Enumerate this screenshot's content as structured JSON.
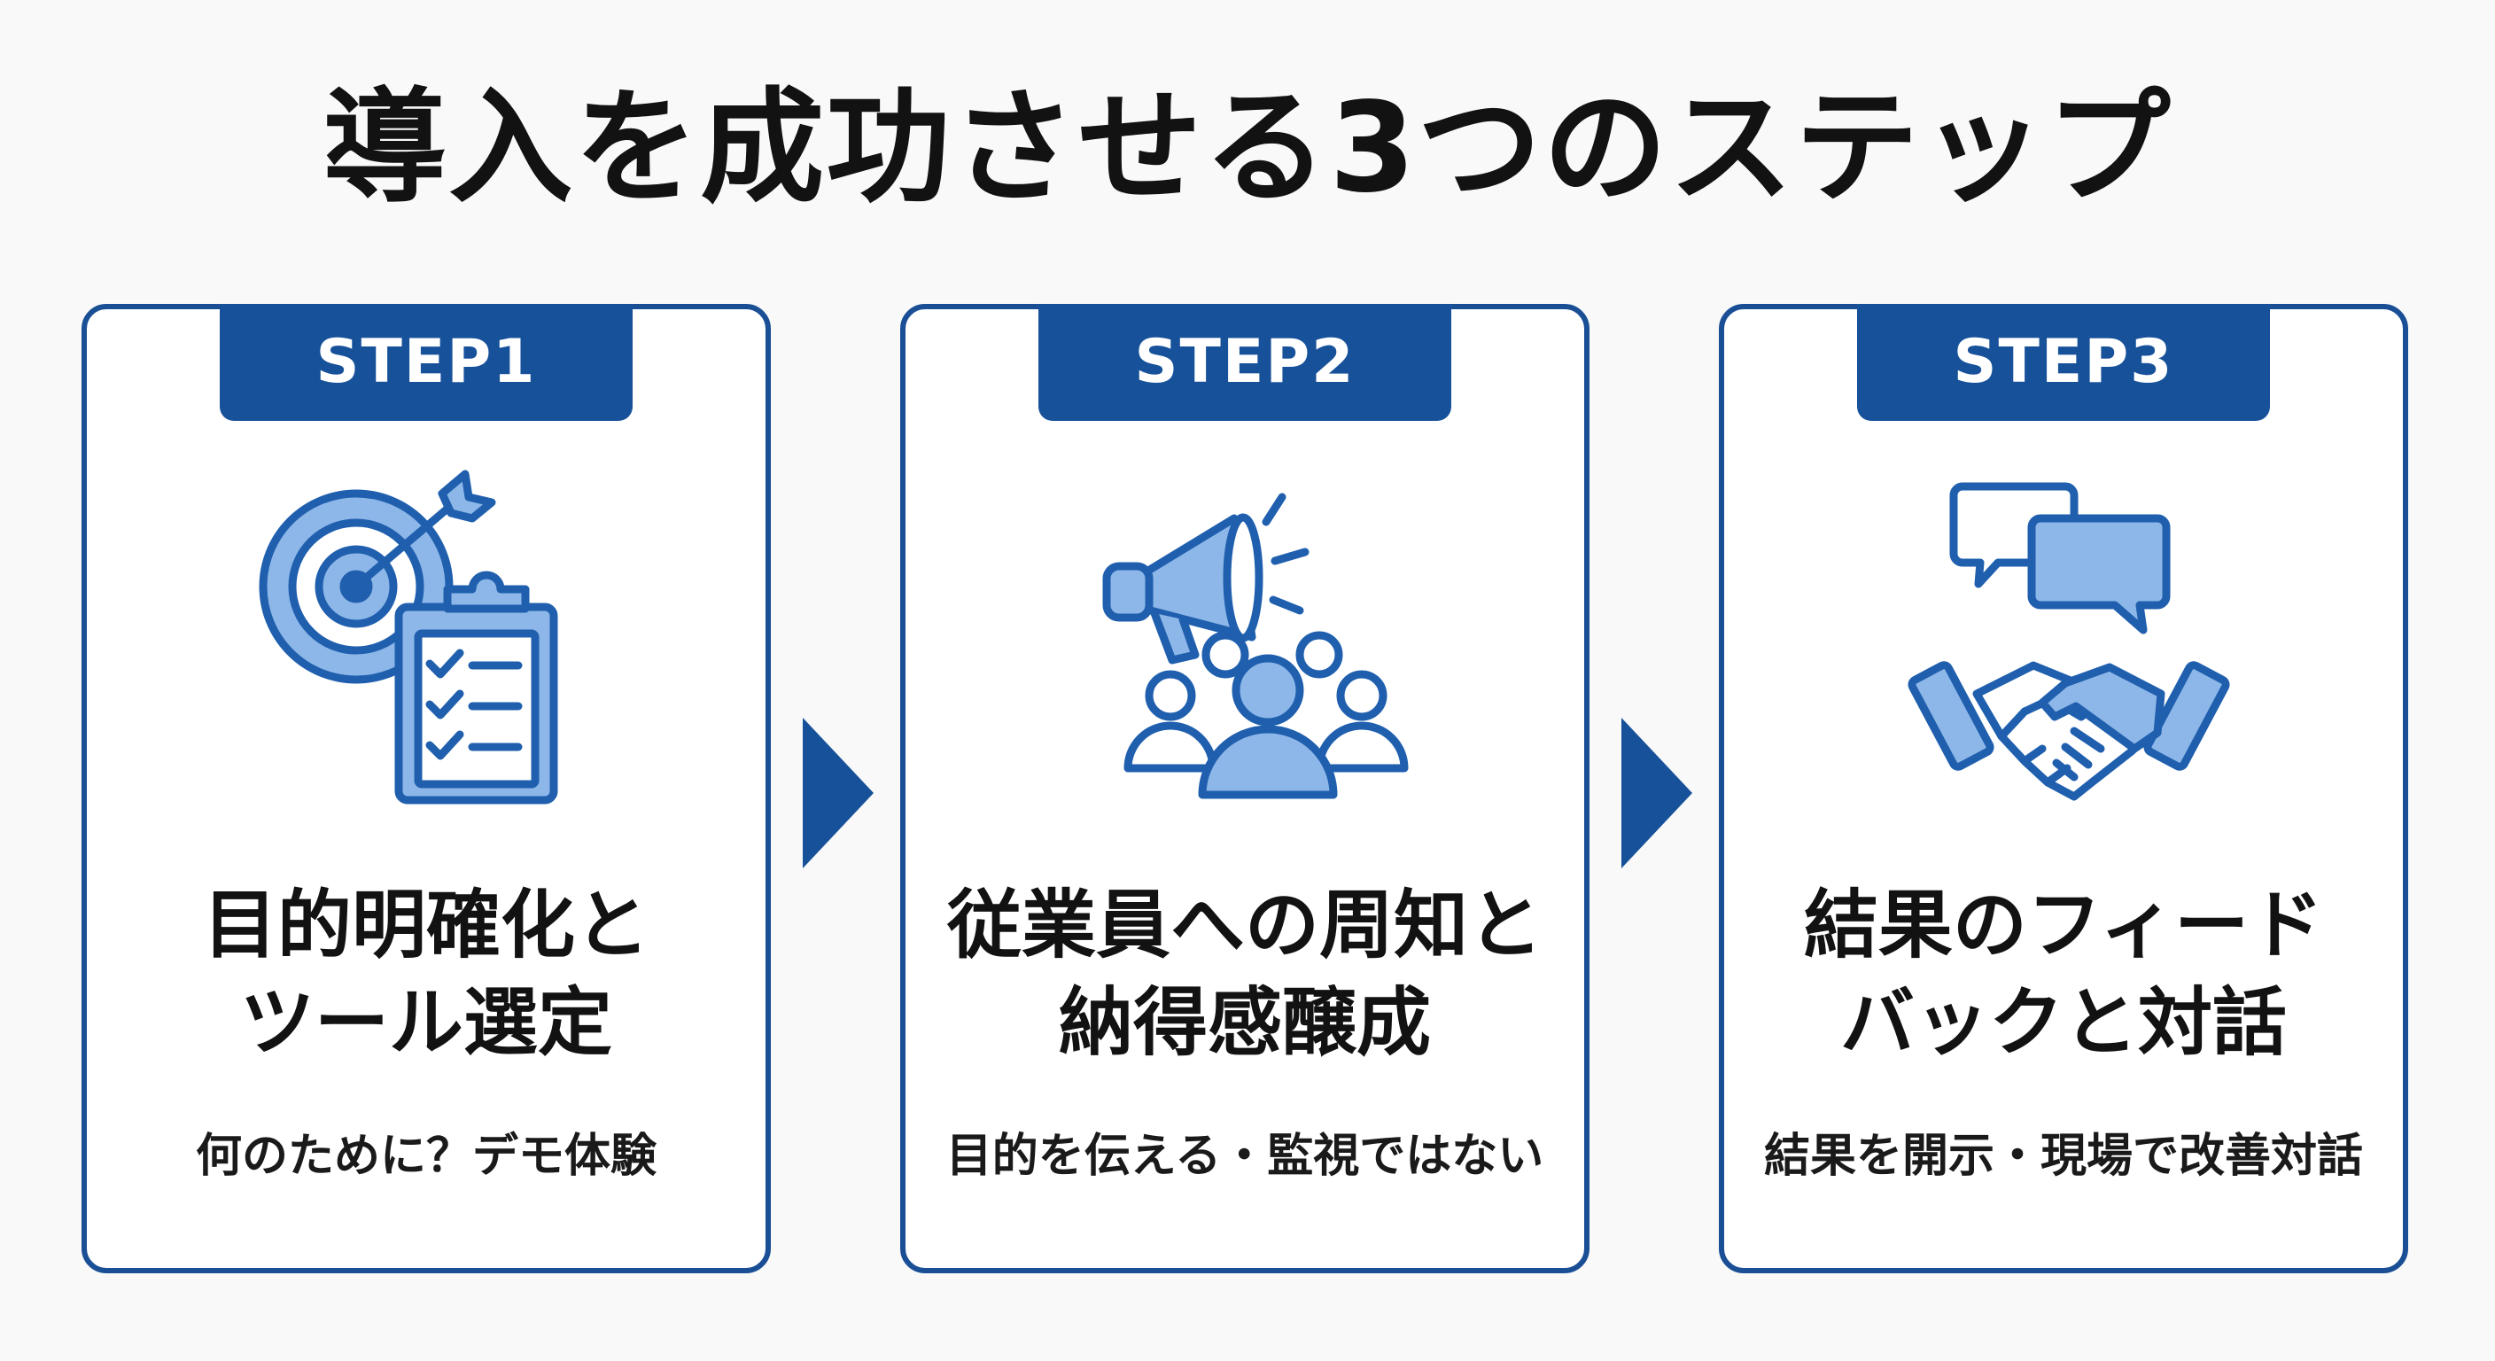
{
  "title": "導入を成功させる3つのステップ",
  "colors": {
    "accent": "#17519a",
    "icon_fill": "#8db7e8",
    "icon_stroke": "#1f5fae",
    "card_border": "#1a4f96",
    "background": "#f8f9f8"
  },
  "steps": [
    {
      "label": "STEP1",
      "icon": "target-checklist-icon",
      "heading_lines": [
        "目的明確化と",
        "ツール選定"
      ],
      "caption": "何のために？デモ体験"
    },
    {
      "label": "STEP2",
      "icon": "megaphone-people-icon",
      "heading_lines": [
        "従業員への周知と",
        "納得感醸成"
      ],
      "caption": "目的を伝える・監視ではない"
    },
    {
      "label": "STEP3",
      "icon": "chat-handshake-icon",
      "heading_lines": [
        "結果のフィード",
        "バックと対話"
      ],
      "caption": "結果を開示・現場で改善対話"
    }
  ]
}
